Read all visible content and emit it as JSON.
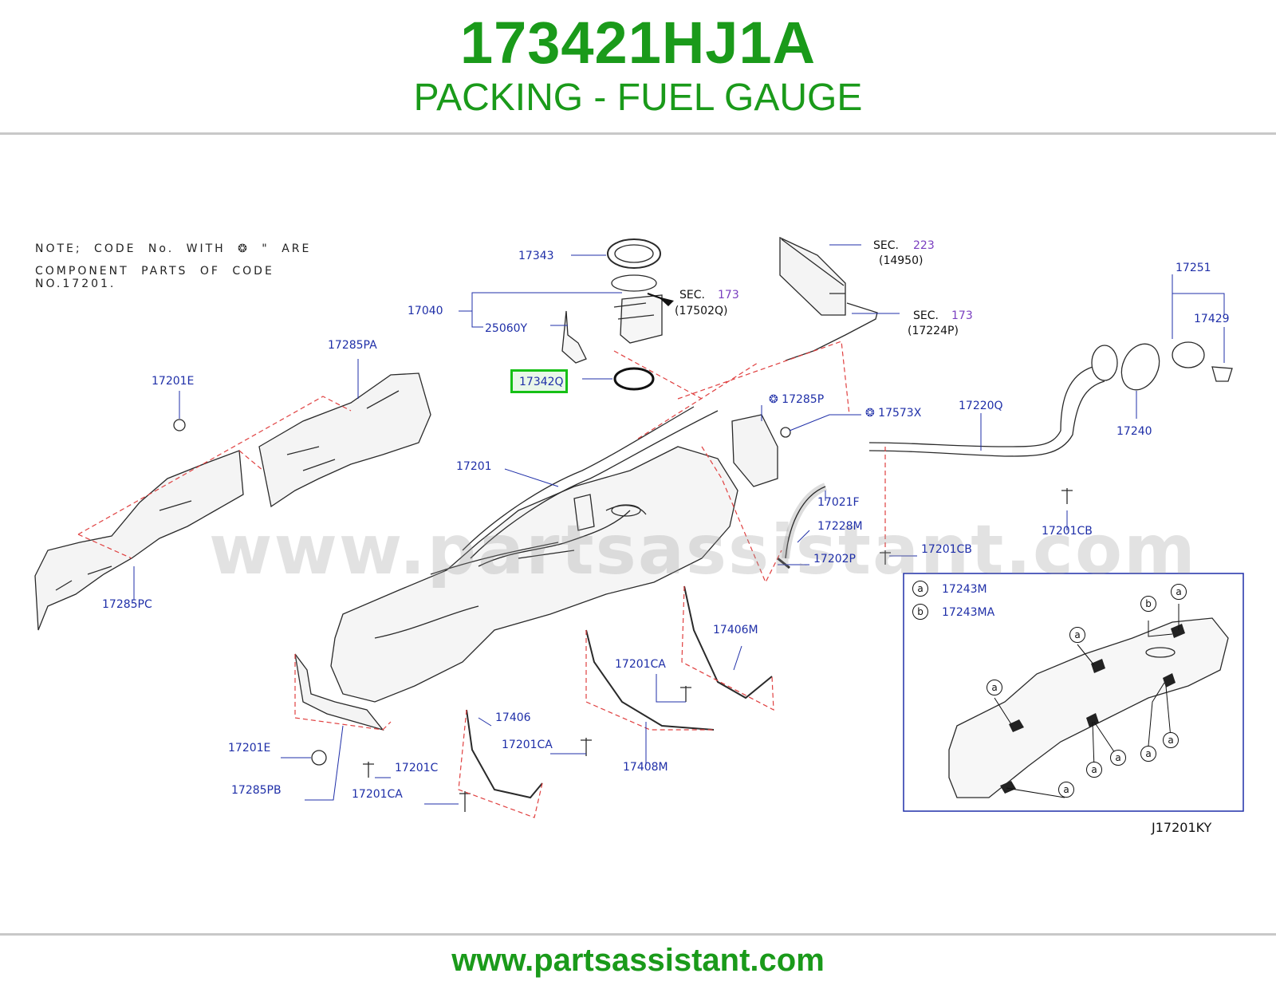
{
  "header": {
    "part_number": "173421HJ1A",
    "part_name": "PACKING - FUEL GAUGE"
  },
  "note": {
    "line1": "NOTE; CODE No. WITH ❂ \" ARE",
    "line2": "COMPONENT PARTS OF CODE NO.17201."
  },
  "highlighted_part": "17342Q",
  "labels": {
    "p17343": "17343",
    "p17040": "17040",
    "p25060Y": "25060Y",
    "sec173a": "SEC.",
    "sec173a_num": "173",
    "sec173a_ref": "(17502Q)",
    "sec223": "SEC.",
    "sec223_num": "223",
    "sec223_ref": "(14950)",
    "sec173b": "SEC.",
    "sec173b_num": "173",
    "sec173b_ref": "(17224P)",
    "p17251": "17251",
    "p17429": "17429",
    "p17240": "17240",
    "p17285PA": "17285PA",
    "p17201E_top": "17201E",
    "p17285P": "❂ 17285P",
    "p17573X": "❂ 17573X",
    "p17220Q": "17220Q",
    "p17201": "17201",
    "p17021F": "17021F",
    "p17228M": "17228M",
    "p17202P": "17202P",
    "p17201CB_a": "17201CB",
    "p17201CB_b": "17201CB",
    "p17285PC": "17285PC",
    "p17406M": "17406M",
    "p17201CA_a": "17201CA",
    "p17406": "17406",
    "p17201CA_b": "17201CA",
    "p17408M": "17408M",
    "p17201E_bottom": "17201E",
    "p17201C": "17201C",
    "p17285PB": "17285PB",
    "p17201CA_c": "17201CA",
    "legend_a": "17243M",
    "legend_b": "17243MA",
    "circle_a": "a",
    "circle_b": "b"
  },
  "diagram_code": "J17201KY",
  "watermark": "www.partsassistant.com",
  "footer": {
    "url": "www.partsassistant.com"
  },
  "colors": {
    "brand_green": "#1a9a1a",
    "label_blue": "#1f2fa8",
    "section_violet": "#7a3fc0",
    "leader_red": "#e04040",
    "highlight_green": "#16c016"
  }
}
